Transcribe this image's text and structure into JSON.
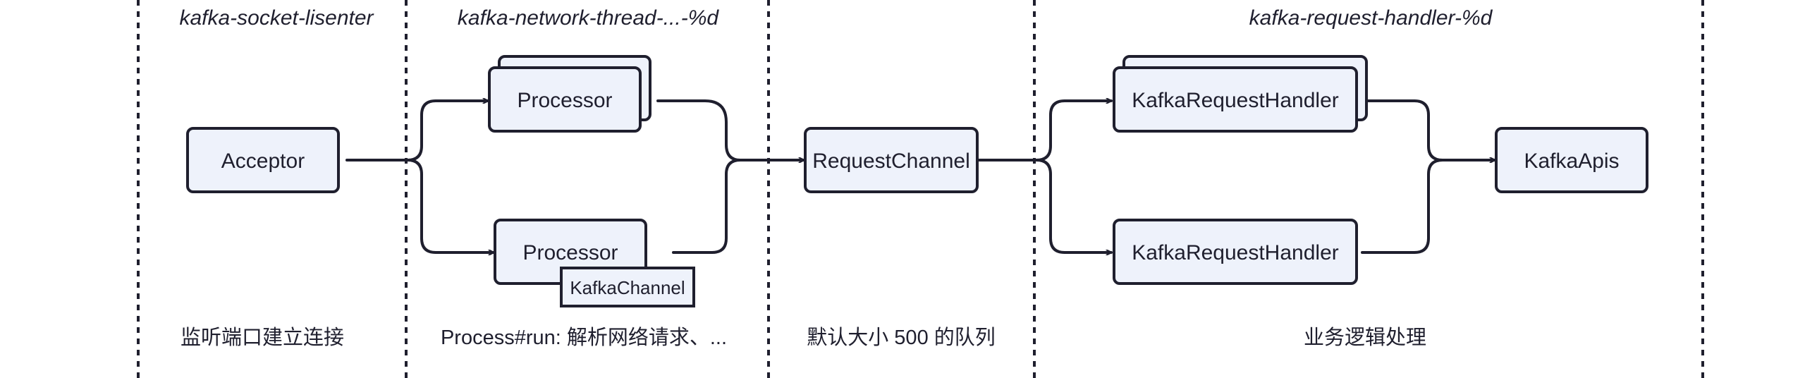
{
  "sections": [
    {
      "id": "acceptor",
      "label": "kafka-socket-lisenter",
      "caption": "监听端口建立连接"
    },
    {
      "id": "network",
      "label": "kafka-network-thread-...-%d",
      "caption": "Process#run: 解析网络请求、..."
    },
    {
      "id": "channel",
      "label": "",
      "caption": "默认大小 500 的队列"
    },
    {
      "id": "handler",
      "label": "kafka-request-handler-%d",
      "caption": "业务逻辑处理"
    }
  ],
  "nodes": {
    "acceptor": "Acceptor",
    "processor_top": "Processor",
    "processor_bottom": "Processor",
    "kafka_channel": "KafkaChannel",
    "request_channel": "RequestChannel",
    "handler_top": "KafkaRequestHandler",
    "handler_bottom": "KafkaRequestHandler",
    "kafka_apis": "KafkaApis"
  },
  "colors": {
    "node_fill": "#eef2fb",
    "stroke": "#1f1f2e",
    "background": "#ffffff"
  }
}
